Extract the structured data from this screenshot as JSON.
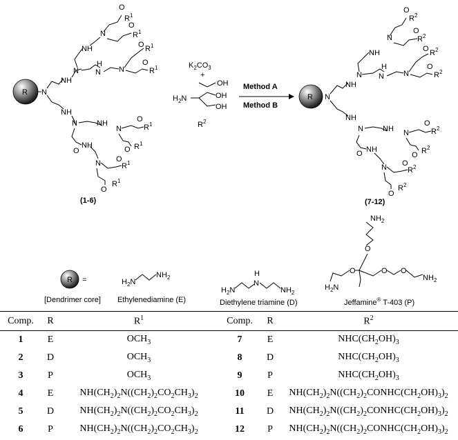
{
  "reagents": {
    "k2co3_a": "K",
    "k2co3_sub": "2",
    "k2co3_b": "CO",
    "k2co3_sub2": "3",
    "plus": "+",
    "h2n": "H",
    "h2n_sub": "2",
    "h2n_n": "N",
    "oh": "OH",
    "r2_label": "R",
    "r2_sup": "2",
    "method_a": "Method A",
    "method_b": "Method B"
  },
  "dendrimers": {
    "left_core": "R",
    "right_core": "R",
    "left_label": "(1-6)",
    "right_label": "(7-12)",
    "r1": "R",
    "r1_sup": "1",
    "r2": "R",
    "r2_sup": "2",
    "n": "N",
    "nh": "NH",
    "h": "H",
    "o": "O"
  },
  "legend": {
    "core_letter": "R",
    "equals": "=",
    "core_caption": "[Dendrimer core]",
    "eda_caption": "Ethylenediamine (E)",
    "deta_caption": "Diethylene triamine (D)",
    "jeff_caption_a": "Jeffamine",
    "jeff_caption_reg": "®",
    "jeff_caption_b": " T-403 (P)",
    "nh2": "NH",
    "nh2_sub": "2",
    "h2n": "H",
    "h2n_sub": "2",
    "h2n_n": "N",
    "h": "H",
    "n": "N",
    "o": "O"
  },
  "table": {
    "headers": {
      "comp": "Comp.",
      "r": "R",
      "r1": "R",
      "r1_sup": "1",
      "comp2": "Comp.",
      "r_2": "R",
      "r2": "R",
      "r2_sup": "2"
    },
    "rows": [
      {
        "comp": "1",
        "r": "E",
        "r1": "OCH<sub>3</sub>",
        "comp2": "7",
        "r_2": "E",
        "r2": "NHC(CH<sub>2</sub>OH)<sub>3</sub>"
      },
      {
        "comp": "2",
        "r": "D",
        "r1": "OCH<sub>3</sub>",
        "comp2": "8",
        "r_2": "D",
        "r2": "NHC(CH<sub>2</sub>OH)<sub>3</sub>"
      },
      {
        "comp": "3",
        "r": "P",
        "r1": "OCH<sub>3</sub>",
        "comp2": "9",
        "r_2": "P",
        "r2": "NHC(CH<sub>2</sub>OH)<sub>3</sub>"
      },
      {
        "comp": "4",
        "r": "E",
        "r1": "NH(CH<sub>2</sub>)<sub>2</sub>N((CH<sub>2</sub>)<sub>2</sub>CO<sub>2</sub>CH<sub>3</sub>)<sub>2</sub>",
        "comp2": "10",
        "r_2": "E",
        "r2": "NH(CH<sub>2</sub>)<sub>2</sub>N((CH<sub>2</sub>)<sub>2</sub>CONHC(CH<sub>2</sub>OH)<sub>3</sub>)<sub>2</sub>"
      },
      {
        "comp": "5",
        "r": "D",
        "r1": "NH(CH<sub>2</sub>)<sub>2</sub>N((CH<sub>2</sub>)<sub>2</sub>CO<sub>2</sub>CH<sub>3</sub>)<sub>2</sub>",
        "comp2": "11",
        "r_2": "D",
        "r2": "NH(CH<sub>2</sub>)<sub>2</sub>N((CH<sub>2</sub>)<sub>2</sub>CONHC(CH<sub>2</sub>OH)<sub>3</sub>)<sub>2</sub>"
      },
      {
        "comp": "6",
        "r": "P",
        "r1": "NH(CH<sub>2</sub>)<sub>2</sub>N((CH<sub>2</sub>)<sub>2</sub>CO<sub>2</sub>CH<sub>3</sub>)<sub>2</sub>",
        "comp2": "12",
        "r_2": "P",
        "r2": "NH(CH<sub>2</sub>)<sub>2</sub>N((CH<sub>2</sub>)<sub>2</sub>CONHC(CH<sub>2</sub>OH)<sub>3</sub>)<sub>2</sub>"
      }
    ]
  }
}
